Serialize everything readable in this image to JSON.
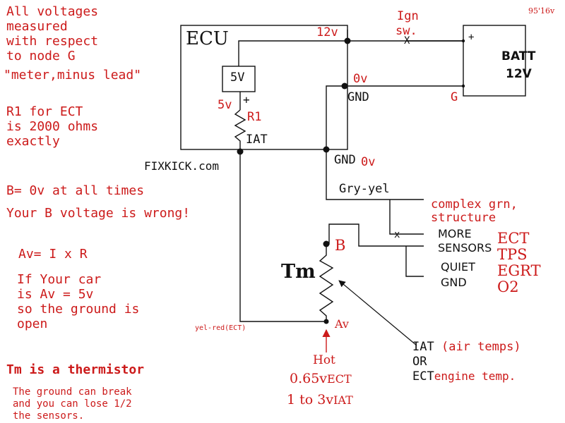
{
  "notes": {
    "all_voltages": [
      "All voltages",
      "measured",
      "with respect",
      "to node G"
    ],
    "meter_minus": "\"meter,minus lead\"",
    "r1_note": [
      "R1 for ECT",
      "is 2000 ohms",
      "exactly"
    ],
    "b_zero": "B= 0v at all times",
    "b_wrong": "Your B voltage is wrong!",
    "ohms_law": "Av= I x R",
    "if_car": [
      "If Your car",
      "is Av = 5v",
      "so the ground is",
      "open"
    ],
    "thermistor": "Tm is a thermistor",
    "ground_break": [
      "The ground can break",
      "and you can lose 1/2",
      "the sensors."
    ],
    "code": "95'16v",
    "site": "FIXKICK.com"
  },
  "ecu": {
    "title": "ECU",
    "v12": "12v",
    "reg": "5V",
    "v5": "5v",
    "plus": "+",
    "r1": "R1",
    "iat": "IAT",
    "v0": "0v",
    "gnd": "GND",
    "gnd_out": "GND",
    "gnd_out_v": "0v"
  },
  "battery": {
    "ign": [
      "Ign",
      "sw."
    ],
    "x_mark": "X",
    "plus": "+",
    "label": [
      "BATT",
      "12V"
    ],
    "g": "G"
  },
  "harness": {
    "gry_yel": "Gry-yel",
    "complex": [
      "complex grn,",
      "structure"
    ],
    "x_mark": "x",
    "more_sensors": [
      "MORE",
      "SENSORS"
    ],
    "quiet_gnd": [
      "QUIET",
      "GND"
    ],
    "sensor_list": [
      "ECT",
      "TPS",
      "EGRT",
      "O2"
    ],
    "yel_red": "yel-red(ECT)"
  },
  "thermistor": {
    "label": "Tm",
    "b": "B",
    "av": "Av"
  },
  "readings": {
    "hot": "Hot",
    "ect_v": "0.65v",
    "ect": "ECT",
    "iat_range": "1 to 3v",
    "iat": "IAT"
  },
  "legend": {
    "iat": "IAT",
    "iat_desc": "(air temps)",
    "or": "OR",
    "ect": "ECT",
    "ect_desc": "engine temp."
  },
  "colors": {
    "annotation": "#cc1a1a",
    "wire": "#111111"
  }
}
